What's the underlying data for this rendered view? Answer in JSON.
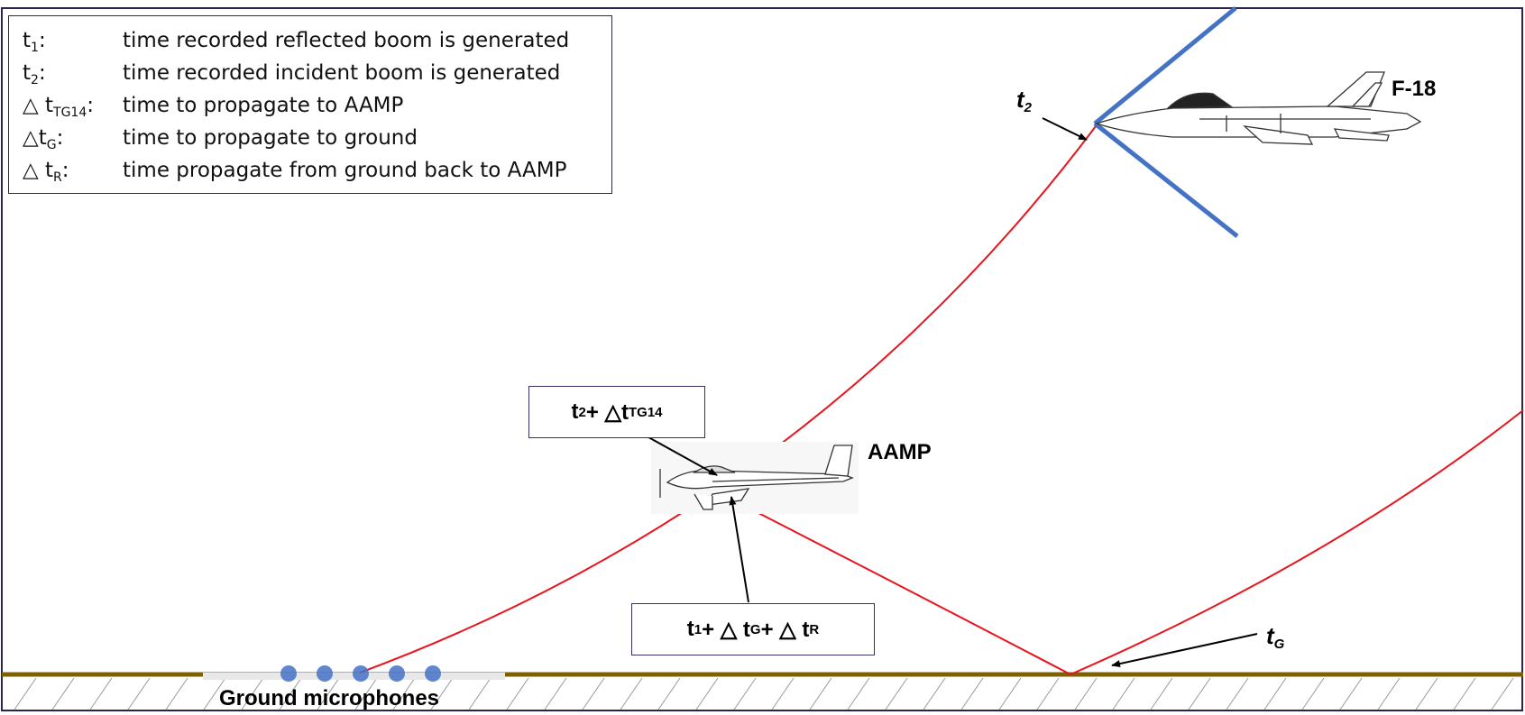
{
  "legend": [
    {
      "symbol": "t",
      "sub": "1",
      "suffix": ":",
      "desc": "time recorded reflected boom is generated"
    },
    {
      "symbol": "t",
      "sub": "2",
      "suffix": ":",
      "desc": "time recorded incident boom is generated"
    },
    {
      "symbol": "△ t",
      "sub": "TG14",
      "suffix": ":",
      "desc": "time to propagate to AAMP"
    },
    {
      "symbol": "△t",
      "sub": "G",
      "suffix": ":",
      "desc": "time to propagate to ground"
    },
    {
      "symbol": "△ t",
      "sub": "R",
      "suffix": ":",
      "desc": "time propagate from ground back to AAMP"
    }
  ],
  "labels": {
    "f18": "F-18",
    "aamp": "AAMP",
    "ground_mics": "Ground microphones",
    "t2_top": {
      "base": "t",
      "sub": "2"
    },
    "tg": {
      "base": "t",
      "sub": "G"
    }
  },
  "callouts": {
    "incident": {
      "p1": "t",
      "p1sub": "2",
      "p2": " + △t",
      "p2sub": "TG14"
    },
    "reflected": {
      "p1": "t",
      "p1sub": "1",
      "p2": " + △ t",
      "p2sub": "G",
      "p3": " + △ t",
      "p3sub": "R"
    }
  },
  "colors": {
    "ray": "#e8141e",
    "shock": "#4472c4",
    "ground": "#7f6000",
    "mic": "#4472c4",
    "frame": "#2e2350"
  },
  "microphone_count": 5
}
